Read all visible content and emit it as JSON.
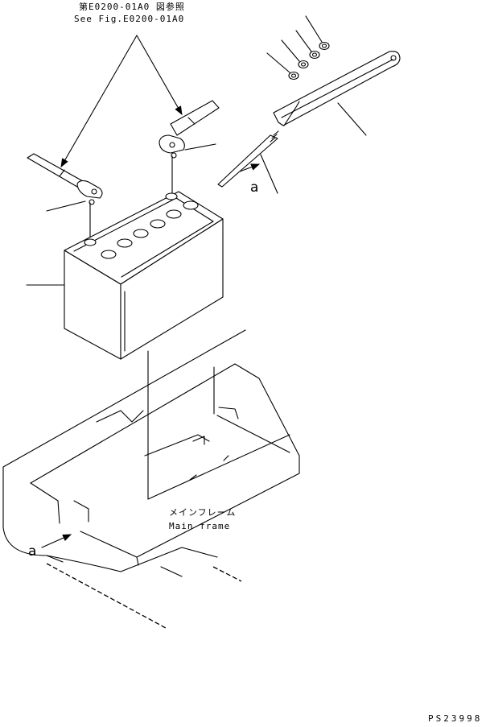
{
  "refs": {
    "ref_jp": "第E0200-01A0 図参照",
    "ref_en": "See Fig.E0200-01A0"
  },
  "parts": {
    "main_frame_jp": "メインフレーム",
    "main_frame_en": "Main frame",
    "detail_a_upper": "a",
    "detail_a_lower": "a"
  },
  "drawing_code": "PS23998"
}
